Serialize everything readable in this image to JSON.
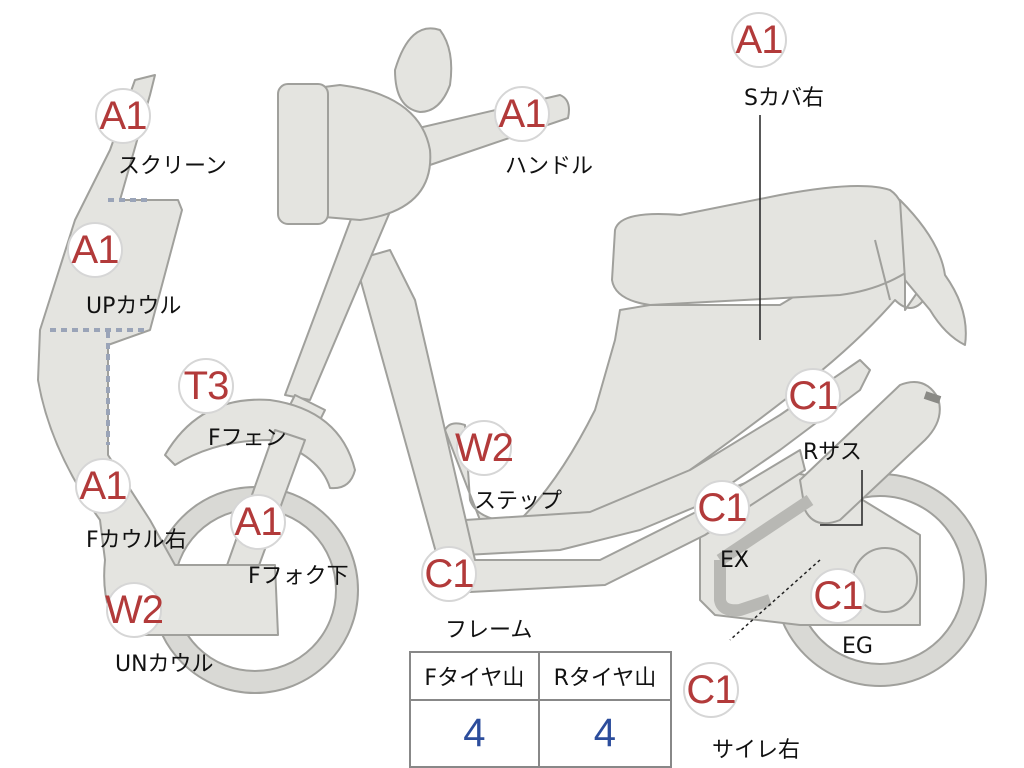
{
  "parts": [
    {
      "id": "screen",
      "grade": "A1",
      "label": "スクリーン"
    },
    {
      "id": "up-cowl",
      "grade": "A1",
      "label": "UPカウル"
    },
    {
      "id": "f-fender",
      "grade": "T3",
      "label": "Fフェン"
    },
    {
      "id": "f-cowl-right",
      "grade": "A1",
      "label": "Fカウル右"
    },
    {
      "id": "f-fork-lower",
      "grade": "A1",
      "label": "Fフォク下"
    },
    {
      "id": "un-cowl",
      "grade": "W2",
      "label": "UNカウル"
    },
    {
      "id": "handle",
      "grade": "A1",
      "label": "ハンドル"
    },
    {
      "id": "step",
      "grade": "W2",
      "label": "ステップ"
    },
    {
      "id": "frame",
      "grade": "C1",
      "label": "フレーム"
    },
    {
      "id": "s-cover-right",
      "grade": "A1",
      "label": "Sカバ右"
    },
    {
      "id": "r-sus",
      "grade": "C1",
      "label": "Rサス"
    },
    {
      "id": "ex",
      "grade": "C1",
      "label": "EX"
    },
    {
      "id": "eg",
      "grade": "C1",
      "label": "EG"
    },
    {
      "id": "silencer-right",
      "grade": "C1",
      "label": "サイレ右"
    }
  ],
  "tire": {
    "front_label": "Fタイヤ山",
    "rear_label": "Rタイヤ山",
    "front_value": "4",
    "rear_value": "4"
  },
  "colors": {
    "body_fill": "#e4e4e0",
    "outline": "#9a9a96",
    "grade_text": "#b23a3a",
    "tire_value": "#2c4d9c"
  }
}
